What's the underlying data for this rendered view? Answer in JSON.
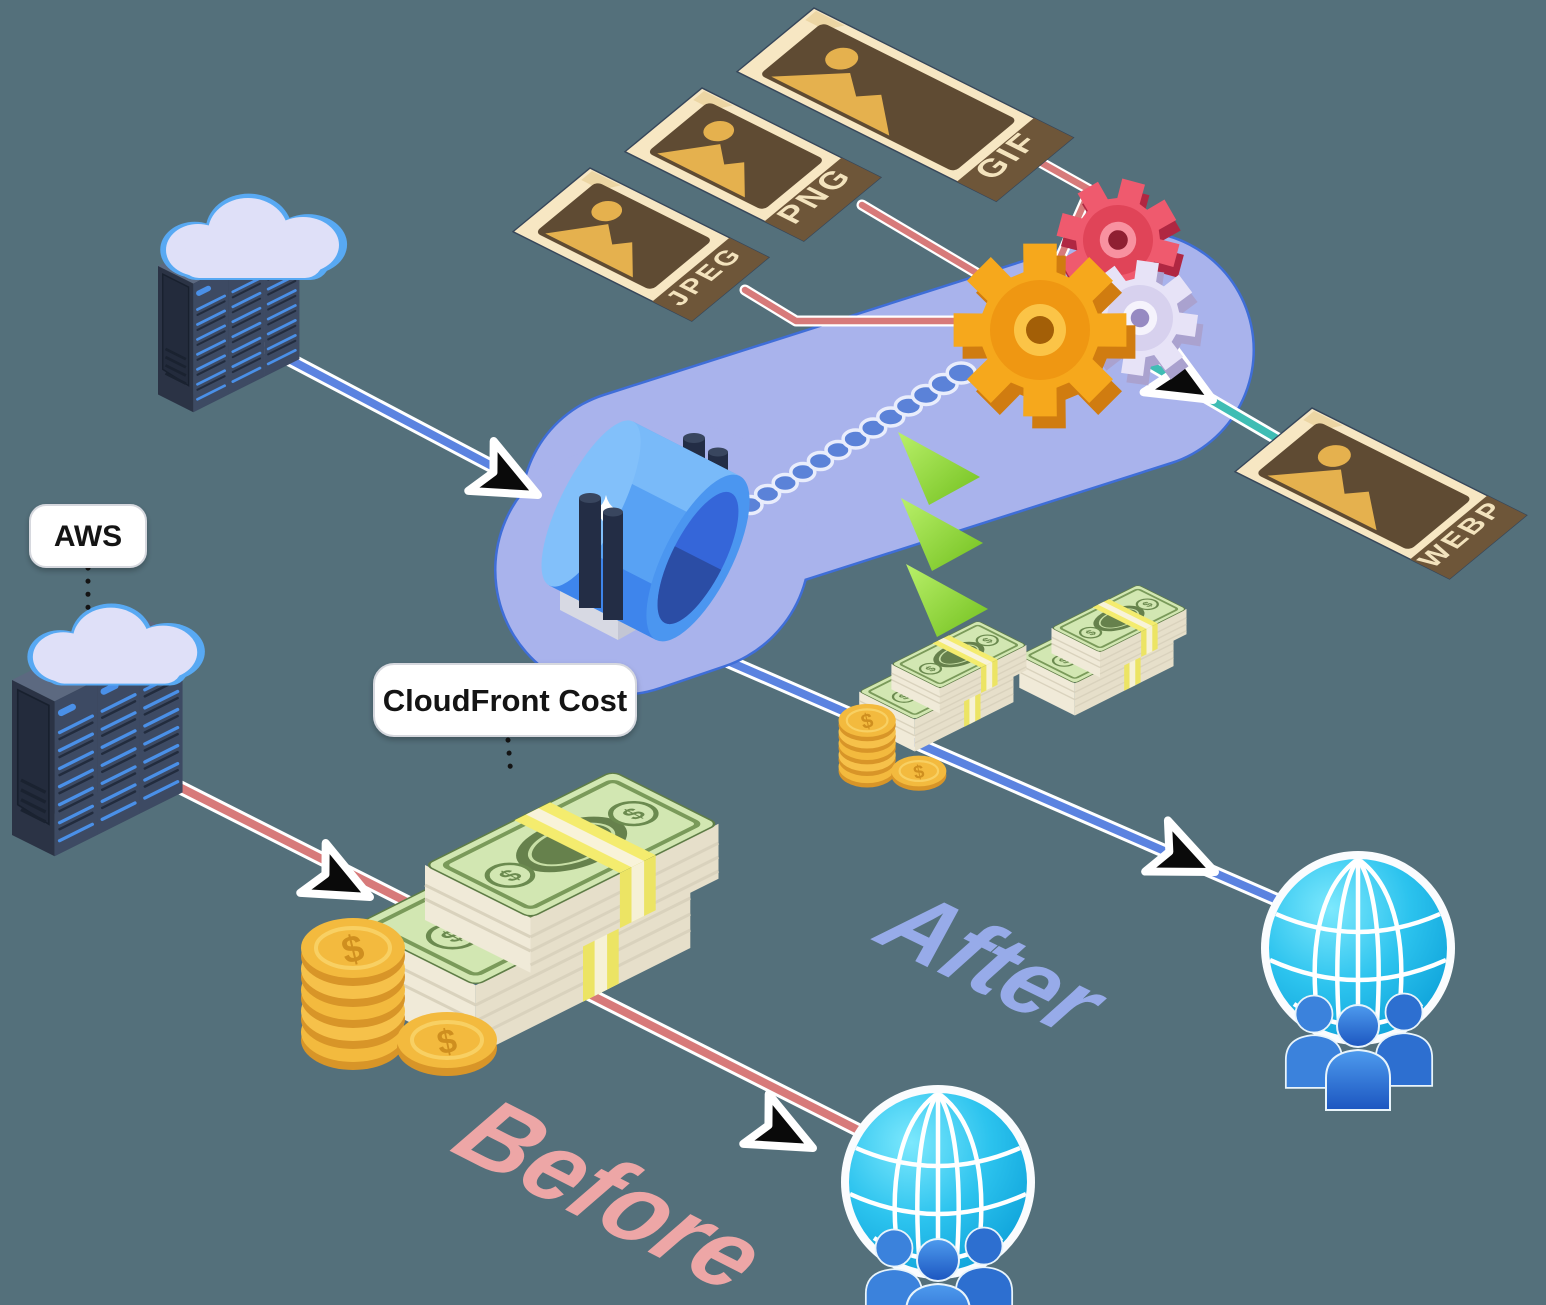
{
  "diagram": {
    "labels": {
      "jpeg": "JPEG",
      "png": "PNG",
      "gif": "GIF",
      "webp": "WEBP",
      "aws": "AWS",
      "cloudfront_cost": "CloudFront Cost",
      "after": "After",
      "before": "Before",
      "dollar": "$"
    },
    "colors": {
      "background": "#54707b",
      "before_line": "#d77a7a",
      "after_line": "#5b83e0",
      "webp_line": "#3fbdb4",
      "conveyor": "#a9b3ec",
      "conveyor_border": "#3f6ed8",
      "card_face": "#f7e7c3",
      "card_band": "#6e5639",
      "card_art": "#5f4b33",
      "card_gold": "#e5b14e",
      "gear_orange": "#f6a81c",
      "gear_red": "#ef5a6e",
      "gear_lavender": "#e7e3f7",
      "machine_blue": "#58a2f4",
      "money_green": "#d2e7b2",
      "coin_gold": "#f3ba3e",
      "globe_cyan": "#2cc3ee",
      "user_blue": "#2d6fd0",
      "server_dark": "#2b3345",
      "cloud_fill": "#dfe0f8",
      "cloud_outline": "#58a9f3",
      "green_arrow": "#8ed23a",
      "after_text": "#97abe9",
      "before_text": "#eda6a6",
      "arrow_black": "#0a0a0a"
    },
    "icons": {
      "origin-server-icon": "isometric server rack",
      "cloud-icon": "cloud over server",
      "image-file-icon": "picture file card",
      "gear-icon": "processing gear",
      "optimizer-machine-icon": "conveyor pipeline machine",
      "money-stack-icon": "banknote piles",
      "coins-icon": "gold dollar coins",
      "globe-users-icon": "globe with user group",
      "arrowhead-icon": "black flow arrowhead",
      "cost-decrease-icon": "green down chevrons"
    }
  }
}
